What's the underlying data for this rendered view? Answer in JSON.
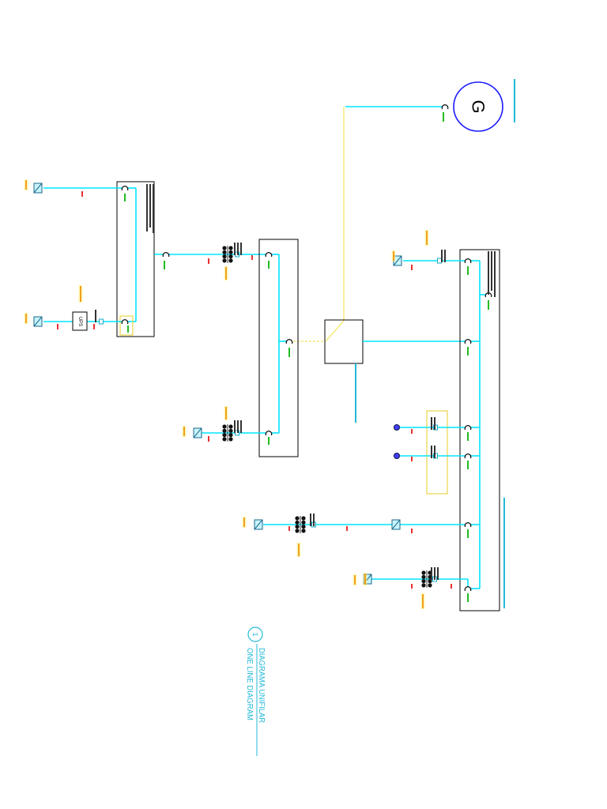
{
  "title": {
    "number": "1",
    "line1": "DIAGRAMA UNIFILAR",
    "line2": "ONE LINE DIAGRAM"
  },
  "generator": {
    "label": "G"
  },
  "ups": {
    "label": "UPS"
  },
  "colors": {
    "wire": "#00e5ff",
    "feeder": "#f2e35a",
    "generator": "#1a1aff",
    "title": "#22b8d8",
    "label_red": "#e83030",
    "label_green": "#22bb22",
    "label_orange": "#f0a020"
  }
}
